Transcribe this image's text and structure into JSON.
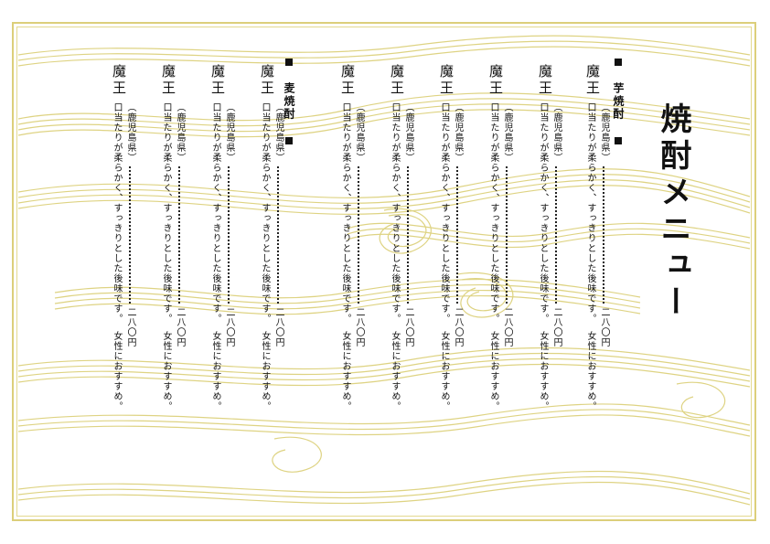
{
  "title": "焼酎メニュー",
  "sections": [
    {
      "label": "芋焼酎",
      "marker": "■"
    },
    {
      "label": "麦焼酎",
      "marker": "■"
    }
  ],
  "items": [
    {
      "name": "魔王",
      "origin": "（鹿児島県）",
      "price": "二八〇円",
      "desc_line1": "口当たりが柔らかく、すっきりとした後味です。",
      "desc_line2": "女性におすすめ。"
    },
    {
      "name": "魔王",
      "origin": "（鹿児島県）",
      "price": "二八〇円",
      "desc_line1": "口当たりが柔らかく、すっきりとした後味です。",
      "desc_line2": "女性におすすめ。"
    },
    {
      "name": "魔王",
      "origin": "（鹿児島県）",
      "price": "二八〇円",
      "desc_line1": "口当たりが柔らかく、すっきりとした後味です。",
      "desc_line2": "女性におすすめ。"
    },
    {
      "name": "魔王",
      "origin": "（鹿児島県）",
      "price": "二八〇円",
      "desc_line1": "口当たりが柔らかく、すっきりとした後味です。",
      "desc_line2": "女性におすすめ。"
    },
    {
      "name": "魔王",
      "origin": "（鹿児島県）",
      "price": "二八〇円",
      "desc_line1": "口当たりが柔らかく、すっきりとした後味です。",
      "desc_line2": "女性におすすめ。"
    },
    {
      "name": "魔王",
      "origin": "（鹿児島県）",
      "price": "二八〇円",
      "desc_line1": "口当たりが柔らかく、すっきりとした後味です。",
      "desc_line2": "女性におすすめ。"
    },
    {
      "name": "魔王",
      "origin": "（鹿児島県）",
      "price": "二八〇円",
      "desc_line1": "口当たりが柔らかく、すっきりとした後味です。",
      "desc_line2": "女性におすすめ。"
    },
    {
      "name": "魔王",
      "origin": "（鹿児島県）",
      "price": "二八〇円",
      "desc_line1": "口当たりが柔らかく、すっきりとした後味です。",
      "desc_line2": "女性におすすめ。"
    },
    {
      "name": "魔王",
      "origin": "（鹿児島県）",
      "price": "二八〇円",
      "desc_line1": "口当たりが柔らかく、すっきりとした後味です。",
      "desc_line2": "女性におすすめ。"
    },
    {
      "name": "魔王",
      "origin": "（鹿児島県）",
      "price": "二八〇円",
      "desc_line1": "口当たりが柔らかく、すっきりとした後味です。",
      "desc_line2": "女性におすすめ。"
    }
  ],
  "colors": {
    "wave": "#d9cc6e",
    "wave_light": "#ece39f",
    "frame": "#dccf7a",
    "text": "#111111"
  }
}
